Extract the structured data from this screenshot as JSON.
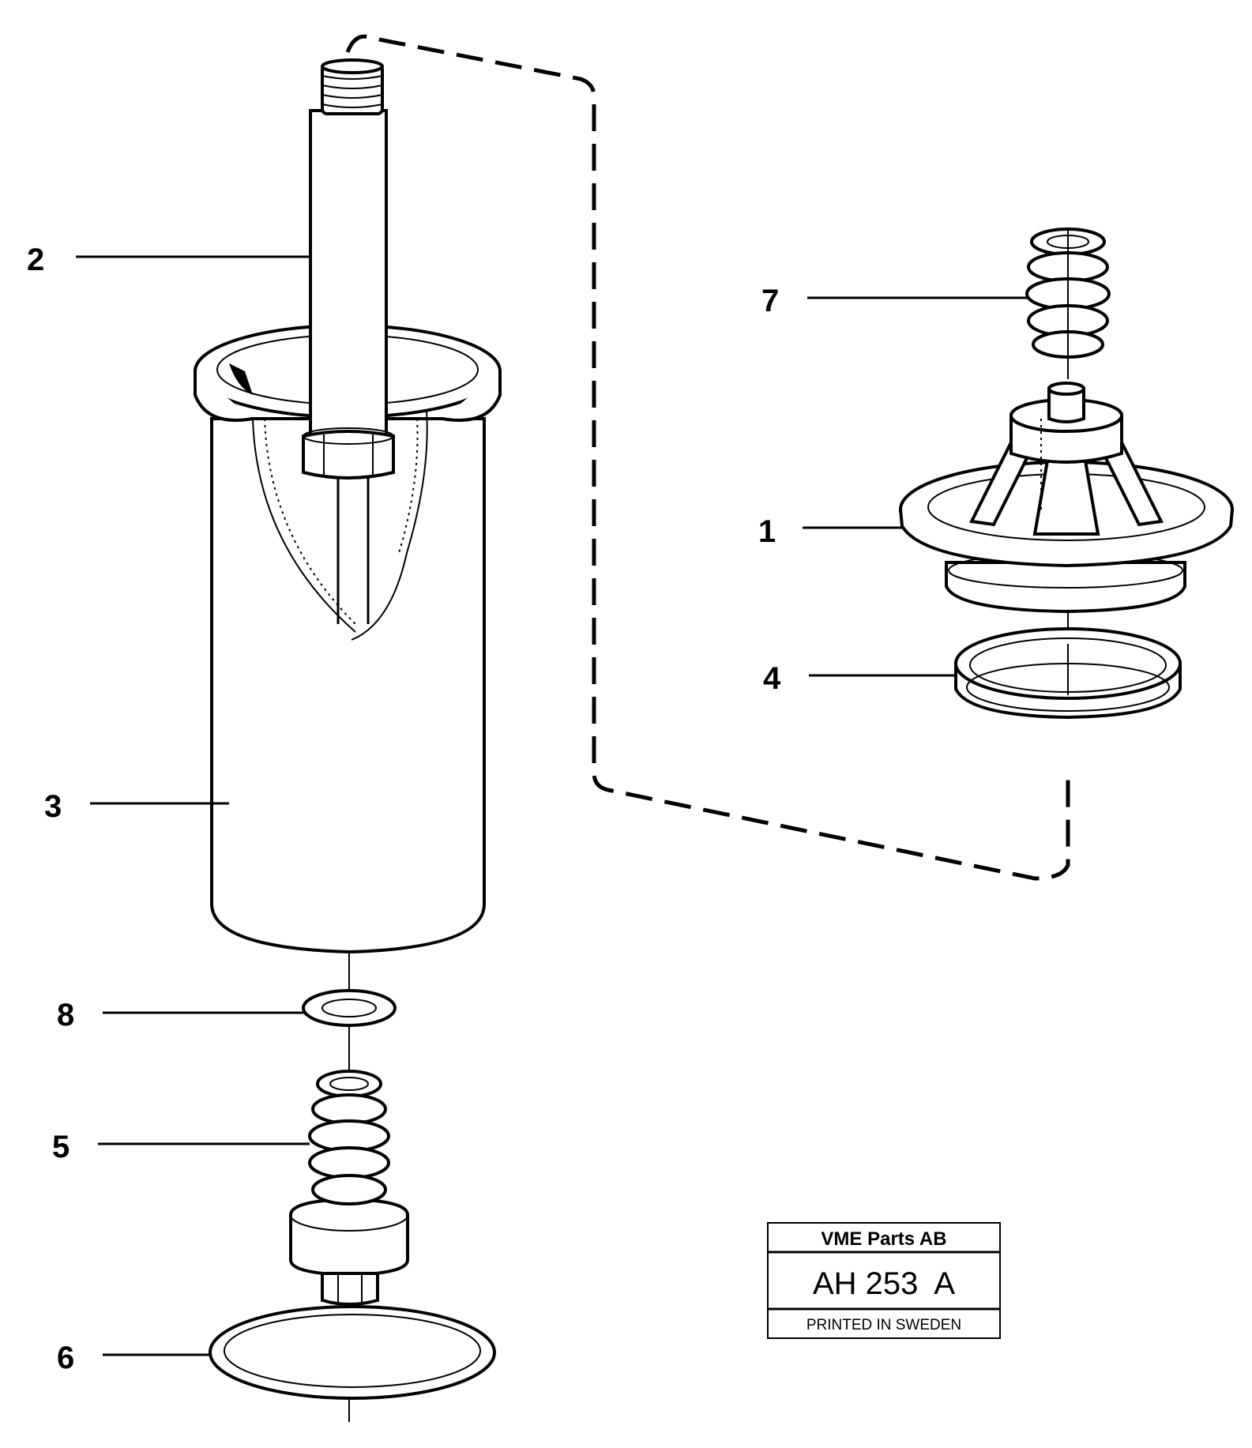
{
  "callouts": {
    "c1": "1",
    "c2": "2",
    "c3": "3",
    "c4": "4",
    "c5": "5",
    "c6": "6",
    "c7": "7",
    "c8": "8"
  },
  "title_block": {
    "company": "VME Parts AB",
    "drawing_code": "AH 253  A",
    "print_note": "PRINTED IN SWEDEN"
  }
}
